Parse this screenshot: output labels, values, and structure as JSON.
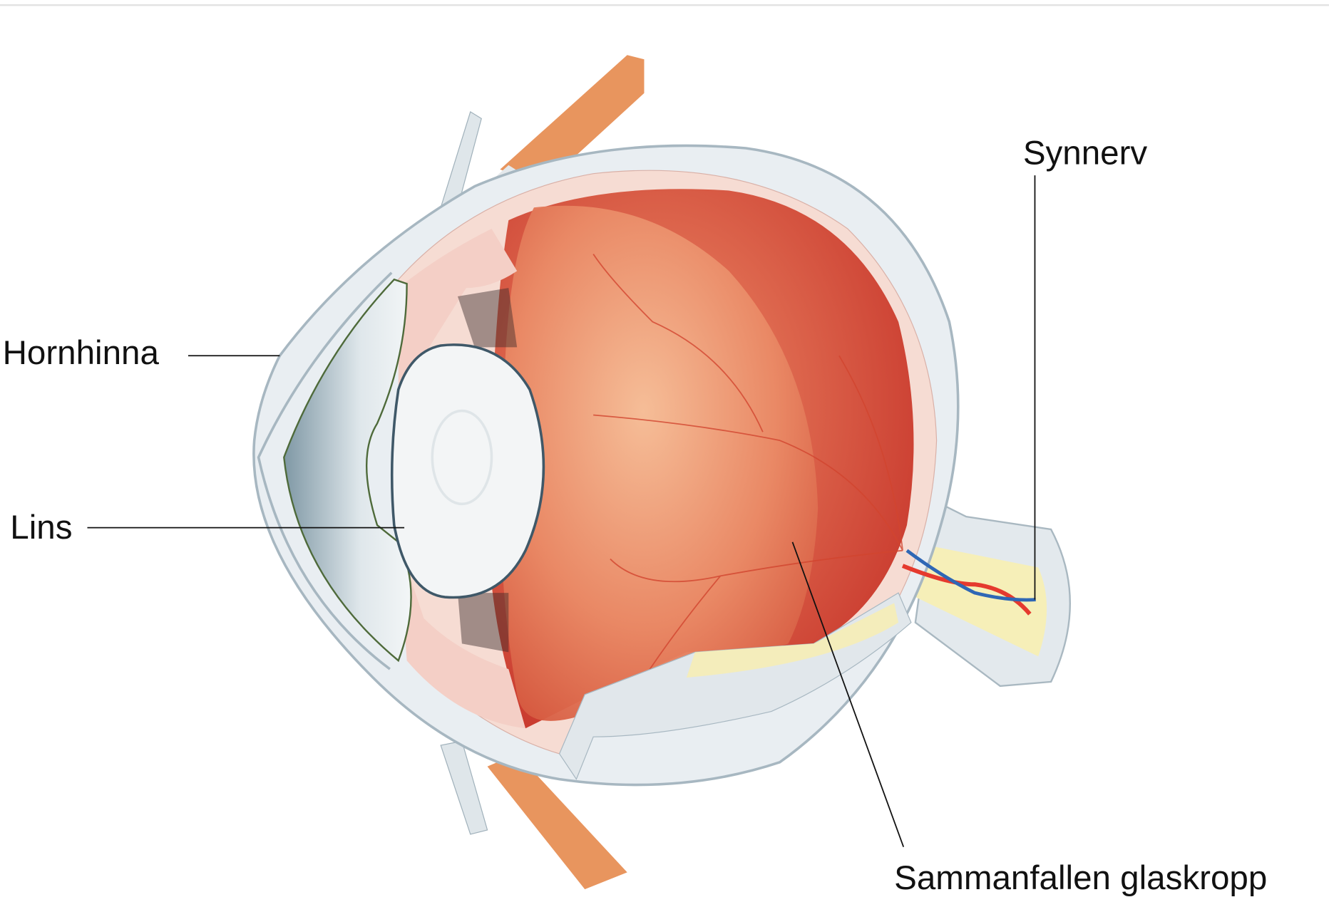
{
  "diagram": {
    "labels": {
      "cornea": "Hornhinna",
      "lens": "Lins",
      "optic_nerve": "Synnerv",
      "collapsed_vitreous": "Sammanfallen glaskropp"
    },
    "colors": {
      "sclera": "#e9eef2",
      "retina": "#d9553a",
      "vitreous": "#ef9a74",
      "choroid": "#f5d9d0",
      "lens": "#f3f5f6",
      "cornea_chamber": "#9fb4bf",
      "nerve": "#f6efb8"
    }
  }
}
